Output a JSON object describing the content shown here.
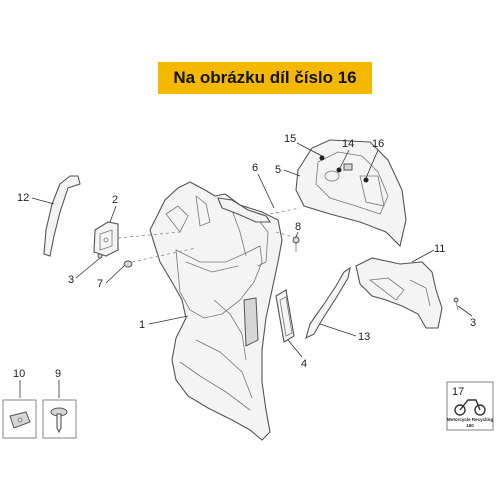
{
  "banner": {
    "text": "Na obrázku díl číslo 16",
    "color": "#f5b800"
  },
  "callouts": {
    "c1": "1",
    "c2": "2",
    "c3a": "3",
    "c3b": "3",
    "c4": "4",
    "c5": "5",
    "c6": "6",
    "c7": "7",
    "c8": "8",
    "c9": "9",
    "c10": "10",
    "c11": "11",
    "c12": "12",
    "c13": "13",
    "c14": "14",
    "c15": "15",
    "c16": "16",
    "c17": "17"
  },
  "recycling_badge": {
    "line1": "Motorcycle Recycling",
    "line2": "160"
  }
}
